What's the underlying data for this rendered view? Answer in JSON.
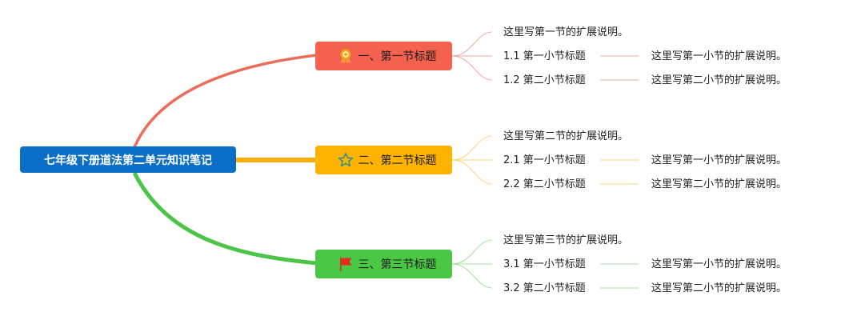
{
  "root": {
    "title": "七年级下册道法第二单元知识笔记",
    "color": "#0b6fc7"
  },
  "sections": [
    {
      "title": "一、第一节标题",
      "icon": "award-ribbon-icon",
      "box_color": "#f4614f",
      "line_color": "#ec6b5a",
      "thin_color": "#f1a8a0",
      "note": "这里写第一节的扩展说明。",
      "items": [
        {
          "title": "1.1 第一小节标题",
          "note": "这里写第一小节的扩展说明。"
        },
        {
          "title": "1.2 第二小节标题",
          "note": "这里写第二小节的扩展说明。"
        }
      ]
    },
    {
      "title": "二、第二节标题",
      "icon": "star-outline-icon",
      "box_color": "#fdb300",
      "line_color": "#fbb000",
      "thin_color": "#f8d67a",
      "note": "这里写第二节的扩展说明。",
      "items": [
        {
          "title": "2.1 第一小节标题",
          "note": "这里写第一小节的扩展说明。"
        },
        {
          "title": "2.2 第二小节标题",
          "note": "这里写第二小节的扩展说明。"
        }
      ]
    },
    {
      "title": "三、第三节标题",
      "icon": "red-flag-icon",
      "box_color": "#4ac845",
      "line_color": "#4cc447",
      "thin_color": "#a5dfa2",
      "note": "这里写第三节的扩展说明。",
      "items": [
        {
          "title": "3.1 第一小节标题",
          "note": "这里写第一小节的扩展说明。"
        },
        {
          "title": "3.2 第二小节标题",
          "note": "这里写第二小节的扩展说明。"
        }
      ]
    }
  ]
}
